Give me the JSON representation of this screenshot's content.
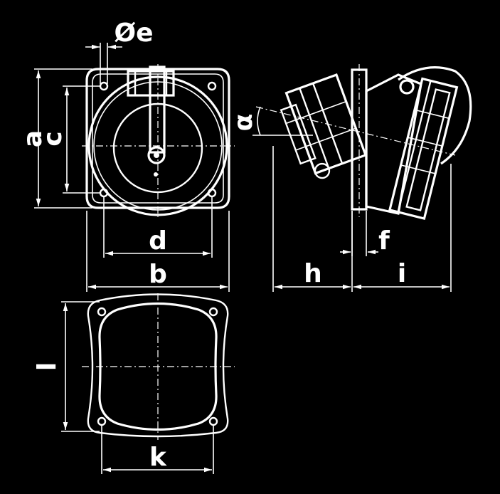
{
  "dimensions": {
    "a": "a",
    "b": "b",
    "c": "c",
    "d": "d",
    "e": "Øe",
    "f": "f",
    "h": "h",
    "i": "i",
    "k": "k",
    "l": "l",
    "alpha": "α"
  },
  "colors": {
    "background": "#000000",
    "lines": "#ffffff"
  }
}
